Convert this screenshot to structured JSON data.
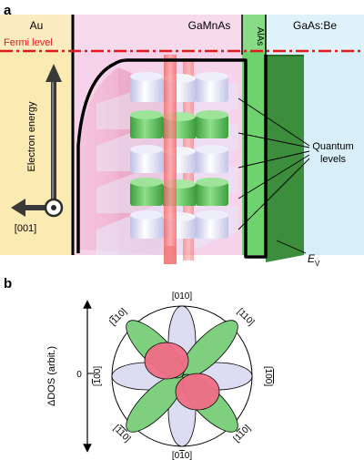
{
  "panel_a": {
    "label": "a",
    "regions": {
      "au": "Au",
      "gamnas": "GaMnAs",
      "alas": "AlAs",
      "gaas": "GaAs:Be"
    },
    "fermi_level": "Fermi level",
    "energy_axis": "Electron energy",
    "direction": "[001]",
    "quantum_levels": [
      "Quantum",
      "levels"
    ],
    "ev_letter": "E",
    "ev_sub": "V",
    "colors": {
      "au": "#fbeab2",
      "gamnas": "#f6d3ea",
      "alas": "#6fd36d",
      "gaas": "#d8eef8",
      "valence": "#3c8e3d",
      "fermi": "#e11b1b"
    }
  },
  "panel_b": {
    "label": "b",
    "y_axis": "ΔDOS (arbit.)",
    "zero": "0",
    "directions": {
      "top": "[010]",
      "top_right": "[110]",
      "top_left_pre": "[",
      "top_left_bar": "1",
      "top_left_post": "10]",
      "right_pre": "[",
      "right_core": "100",
      "right_post": "]",
      "left_pre": "[",
      "left_bar": "1",
      "left_post": "00]",
      "bottom_pre": "[0",
      "bottom_bar": "1",
      "bottom_post": "0]",
      "bottom_left_pre": "[",
      "bottom_left_bar": "11",
      "bottom_left_post": "0]",
      "bottom_right_pre": "[1",
      "bottom_right_bar": "1",
      "bottom_right_post": "0]"
    },
    "colors": {
      "green": "#7ed07e",
      "lavender": "#dcdcf2",
      "red": "#f06e86"
    }
  }
}
